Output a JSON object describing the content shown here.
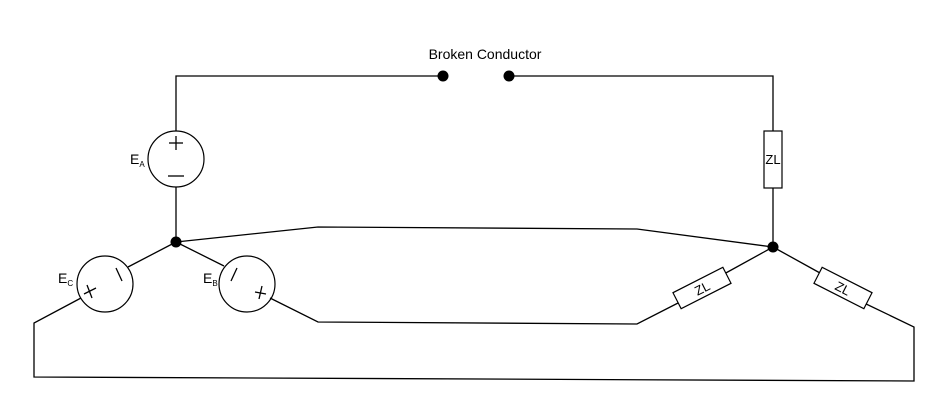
{
  "labels": {
    "broken_conductor": "Broken Conductor"
  },
  "sources": {
    "a": {
      "letter": "E",
      "subscript": "A"
    },
    "b": {
      "letter": "E",
      "subscript": "B"
    },
    "c": {
      "letter": "E",
      "subscript": "C"
    }
  },
  "loads": {
    "a": "ZL",
    "b": "ZL",
    "c": "ZL"
  },
  "colors": {
    "line": "#000000",
    "background": "#ffffff"
  }
}
